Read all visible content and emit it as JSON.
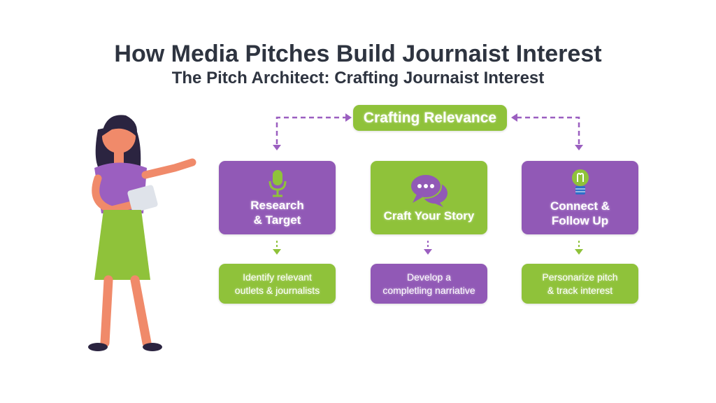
{
  "title": "How Media Pitches Build Journaist Interest",
  "subtitle": "The Pitch Architect: Crafting Journaist Interest",
  "center": "Crafting Relevance",
  "cards": [
    {
      "title1": "Research",
      "title2": "& Target",
      "icon": "microphone-icon",
      "desc1": "Identify relevant",
      "desc2": "outlets & journalists"
    },
    {
      "title1": "Craft Your Story",
      "title2": "",
      "icon": "chat-bubbles-icon",
      "desc1": "Develop a",
      "desc2": "completling narriative"
    },
    {
      "title1": "Connect &",
      "title2": "Follow Up",
      "icon": "lightbulb-icon",
      "desc1": "Personarize pitch",
      "desc2": "& track interest"
    }
  ],
  "colors": {
    "green": "#8fc23a",
    "purple": "#9159b6",
    "text": "#2e3440"
  }
}
